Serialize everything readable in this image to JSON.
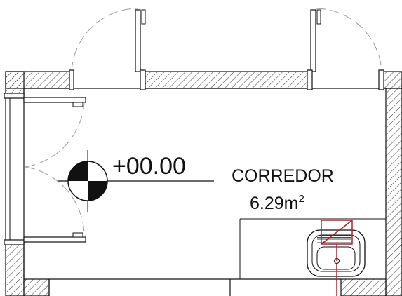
{
  "plan": {
    "level_label": "+00.00",
    "room_name": "CORREDOR",
    "room_area": "6.29m",
    "area_superscript": "2"
  },
  "colors": {
    "line": "#111111",
    "swing_arc": "#9a9a9a",
    "hatch": "#333333",
    "wall_fill": "#ffffff",
    "accent_red": "#b0202a"
  },
  "icons": {
    "level_marker": "elevation-marker-icon",
    "sink": "washbasin-icon"
  }
}
